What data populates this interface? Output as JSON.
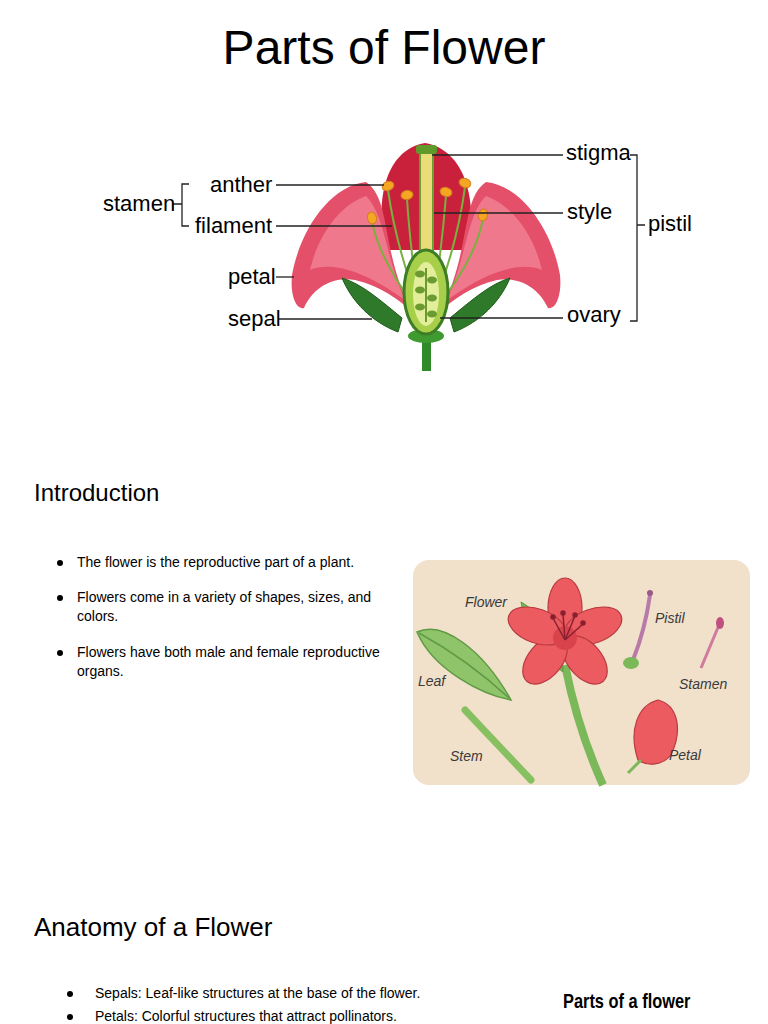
{
  "diagram": {
    "title": "Parts of Flower",
    "nodes": [
      {
        "text": [
          "Flower",
          "Pistil",
          "Leaf",
          "Stamen",
          "Stem",
          "Petal"
        ]
      }
    ],
    "labels": [
      "stamen",
      "anther",
      "filament",
      "petal",
      "sepal",
      "stigma",
      "style",
      "pistil",
      "ovary",
      "Introduction",
      "The flower is the reproductive part of a plant.",
      "Flowers come in a variety of shapes, sizes, and colors.",
      "Flowers have both male and female reproductive organs.",
      "Anatomy of a Flower",
      "Sepals: Leaf-like structures at the base of the flower.",
      "Petals: Colorful structures that attract pollinators.",
      "Parts of a flower"
    ]
  }
}
